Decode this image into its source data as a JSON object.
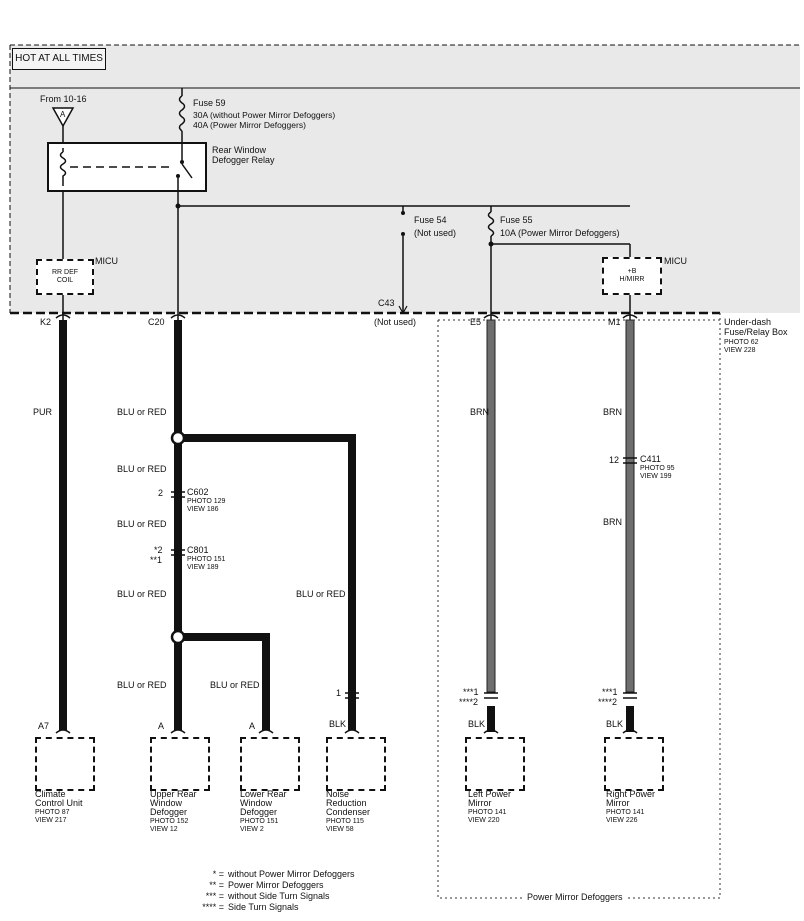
{
  "header": {
    "hot_label": "HOT AT ALL TIMES"
  },
  "source": {
    "from": "From 10-16",
    "connector_letter": "A",
    "fuse59": "Fuse 59",
    "fuse59_line1": "30A (without Power Mirror Defoggers)",
    "fuse59_line2": "40A (Power Mirror Defoggers)",
    "relay_line1": "Rear Window",
    "relay_line2": "Defogger Relay",
    "micu_left": "MICU",
    "coil_line1": "RR DEF",
    "coil_line2": "COIL",
    "fuse54": "Fuse 54",
    "fuse54_note": "(Not used)",
    "fuse55": "Fuse 55",
    "fuse55_rating": "10A (Power Mirror Defoggers)",
    "micu_right": "MICU",
    "hmirr_line1": "+B",
    "hmirr_line2": "H/MIRR",
    "c43": "C43",
    "c43_note": "(Not used)",
    "fusebox_line1": "Under-dash",
    "fusebox_line2": "Fuse/Relay Box",
    "fusebox_photo": "PHOTO 62",
    "fusebox_view": "VIEW 228"
  },
  "terminals": {
    "k2": "K2",
    "c20": "C20",
    "e5": "E5",
    "m1": "M1"
  },
  "wires": {
    "pur": "PUR",
    "blu_red_1": "BLU or RED",
    "blu_red_2": "BLU or RED",
    "blu_red_3": "BLU or RED",
    "blu_red_4": "BLU or RED",
    "blu_red_5": "BLU or RED",
    "blu_red_6": "BLU or RED",
    "blu_red_7": "BLU or RED",
    "brn_1": "BRN",
    "brn_2": "BRN",
    "brn_3": "BRN",
    "blk_1": "BLK",
    "blk_2": "BLK",
    "blk_3": "BLK"
  },
  "connectors": {
    "c602_pin": "2",
    "c602": "C602",
    "c602_photo": "PHOTO 129",
    "c602_view": "VIEW 186",
    "c801_pin1": "*2",
    "c801_pin2": "**1",
    "c801": "C801",
    "c801_photo": "PHOTO 151",
    "c801_view": "VIEW 189",
    "c411_pin": "12",
    "c411": "C411",
    "c411_photo": "PHOTO 95",
    "c411_view": "VIEW 199",
    "noise_pin": "1",
    "left_pin1": "***1",
    "left_pin2": "****2",
    "right_pin1": "***1",
    "right_pin2": "****2"
  },
  "components": [
    {
      "pin": "A7",
      "line1": "Climate",
      "line2": "Control Unit",
      "line3": "",
      "photo": "PHOTO 87",
      "view": "VIEW 217"
    },
    {
      "pin": "A",
      "line1": "Upper Rear",
      "line2": "Window",
      "line3": "Defogger",
      "photo": "PHOTO 152",
      "view": "VIEW 12"
    },
    {
      "pin": "A",
      "line1": "Lower Rear",
      "line2": "Window",
      "line3": "Defogger",
      "photo": "PHOTO 151",
      "view": "VIEW 2"
    },
    {
      "pin": "",
      "line1": "Noise",
      "line2": "Reduction",
      "line3": "Condenser",
      "photo": "PHOTO 115",
      "view": "VIEW 58"
    },
    {
      "pin": "",
      "line1": "Left Power",
      "line2": "Mirror",
      "line3": "",
      "photo": "PHOTO 141",
      "view": "VIEW 220"
    },
    {
      "pin": "",
      "line1": "Right Power",
      "line2": "Mirror",
      "line3": "",
      "photo": "PHOTO 141",
      "view": "VIEW 226"
    }
  ],
  "legend": [
    {
      "mark": "* =",
      "text": "without Power Mirror Defoggers"
    },
    {
      "mark": "** =",
      "text": "Power Mirror Defoggers"
    },
    {
      "mark": "*** =",
      "text": "without Side Turn Signals"
    },
    {
      "mark": "**** =",
      "text": "Side Turn Signals"
    }
  ],
  "group_label": "Power Mirror Defoggers",
  "colors": {
    "black_wire": "#111111",
    "brown_wire": "#6e6e6e",
    "shade": "#e9e9e9"
  }
}
